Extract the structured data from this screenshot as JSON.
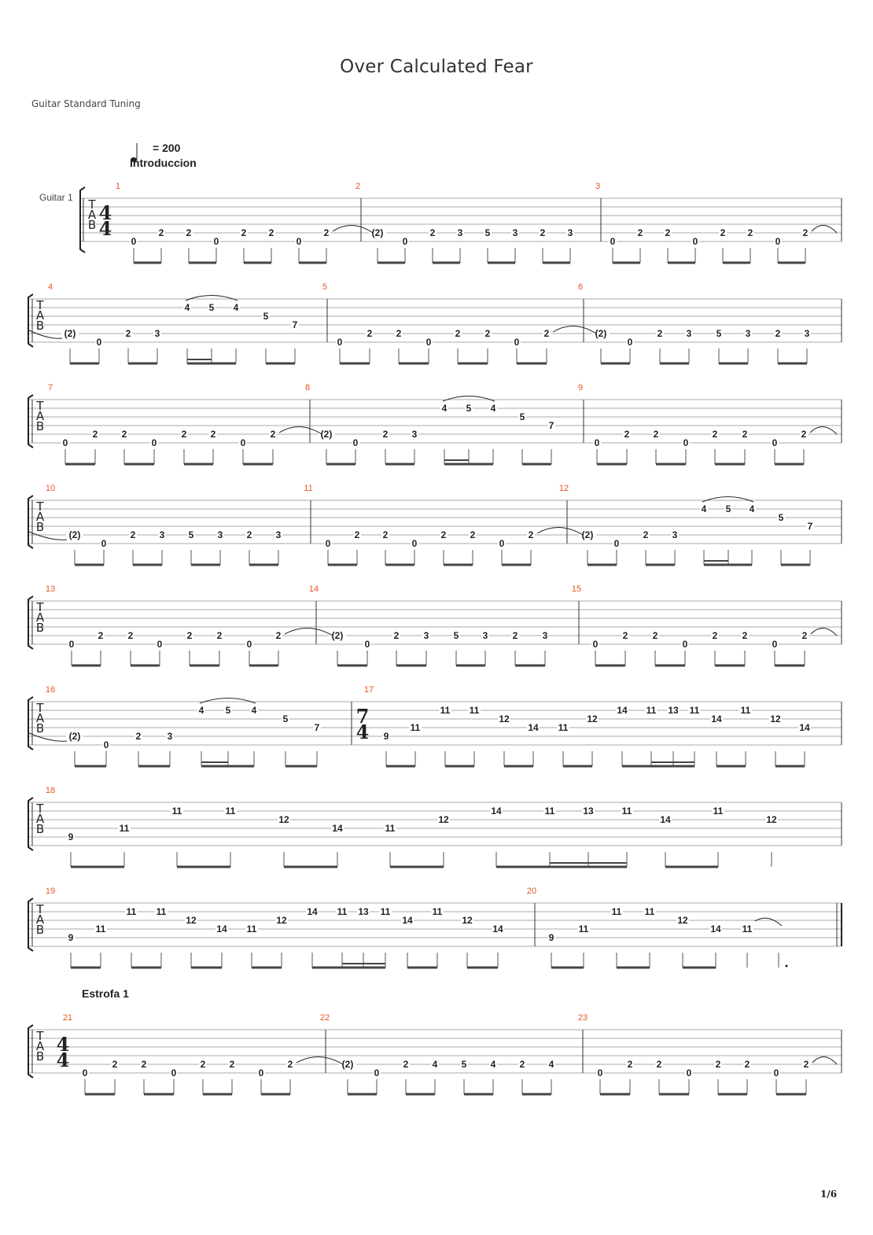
{
  "title": "Over Calculated Fear",
  "tuning": "Guitar Standard Tuning",
  "instrument": "Guitar 1",
  "tempo": "= 200",
  "page_number": "1/6",
  "colors": {
    "measure_number": "#e8541e",
    "ink": "#222222",
    "staff_line": "#a8a8a8",
    "bar_line": "#333333"
  },
  "sections": [
    {
      "text": "Introduccion",
      "row": 0
    },
    {
      "text": "Estrofa 1",
      "row": 9
    }
  ],
  "time_signatures": [
    {
      "row": 0,
      "top": "4",
      "bottom": "4"
    },
    {
      "row": 5,
      "top": "7",
      "bottom": "4"
    },
    {
      "row": 9,
      "top": "4",
      "bottom": "4"
    }
  ],
  "measures": [
    {
      "number": "1",
      "notes": [
        "0",
        "2",
        "2",
        "0",
        "2",
        "2",
        "0",
        "2"
      ]
    },
    {
      "number": "2",
      "notes": [
        "(2)",
        "0",
        "2",
        "3",
        "5",
        "3",
        "2",
        "3"
      ]
    },
    {
      "number": "3",
      "notes": [
        "0",
        "2",
        "2",
        "0",
        "2",
        "2",
        "0",
        "2"
      ]
    },
    {
      "number": "4",
      "notes": [
        "(2)",
        "0",
        "2",
        "3",
        "4",
        "5",
        "4",
        "5",
        "7"
      ]
    },
    {
      "number": "5",
      "notes": [
        "0",
        "2",
        "2",
        "0",
        "2",
        "2",
        "0",
        "2"
      ]
    },
    {
      "number": "6",
      "notes": [
        "(2)",
        "0",
        "2",
        "3",
        "5",
        "3",
        "2",
        "3"
      ]
    },
    {
      "number": "7",
      "notes": [
        "0",
        "2",
        "2",
        "0",
        "2",
        "2",
        "0",
        "2"
      ]
    },
    {
      "number": "8",
      "notes": [
        "(2)",
        "0",
        "2",
        "3",
        "4",
        "5",
        "4",
        "5",
        "7"
      ]
    },
    {
      "number": "9",
      "notes": [
        "0",
        "2",
        "2",
        "0",
        "2",
        "2",
        "0",
        "2"
      ]
    },
    {
      "number": "10",
      "notes": [
        "(2)",
        "0",
        "2",
        "3",
        "5",
        "3",
        "2",
        "3"
      ]
    },
    {
      "number": "11",
      "notes": [
        "0",
        "2",
        "2",
        "0",
        "2",
        "2",
        "0",
        "2"
      ]
    },
    {
      "number": "12",
      "notes": [
        "(2)",
        "0",
        "2",
        "3",
        "4",
        "5",
        "4",
        "5",
        "7"
      ]
    },
    {
      "number": "13",
      "notes": [
        "0",
        "2",
        "2",
        "0",
        "2",
        "2",
        "0",
        "2"
      ]
    },
    {
      "number": "14",
      "notes": [
        "(2)",
        "0",
        "2",
        "3",
        "5",
        "3",
        "2",
        "3"
      ]
    },
    {
      "number": "15",
      "notes": [
        "0",
        "2",
        "2",
        "0",
        "2",
        "2",
        "0",
        "2"
      ]
    },
    {
      "number": "16",
      "notes": [
        "(2)",
        "0",
        "2",
        "3",
        "4",
        "5",
        "4",
        "5",
        "7"
      ]
    },
    {
      "number": "17",
      "notes": [
        "9",
        "11",
        "11",
        "11",
        "12",
        "14",
        "11",
        "12",
        "14",
        "11",
        "13",
        "11",
        "14",
        "11",
        "12",
        "14"
      ]
    },
    {
      "number": "18",
      "notes": [
        "9",
        "11",
        "11",
        "11",
        "12",
        "14",
        "11",
        "12",
        "14",
        "11",
        "13",
        "11",
        "14",
        "11",
        "12"
      ]
    },
    {
      "number": "19",
      "notes": [
        "9",
        "11",
        "11",
        "11",
        "12",
        "14",
        "11",
        "12",
        "14",
        "11",
        "13",
        "11",
        "14",
        "11",
        "12",
        "14"
      ]
    },
    {
      "number": "20",
      "notes": [
        "9",
        "11",
        "11",
        "11",
        "12",
        "14",
        "11"
      ]
    },
    {
      "number": "21",
      "notes": [
        "0",
        "2",
        "2",
        "0",
        "2",
        "2",
        "0",
        "2"
      ]
    },
    {
      "number": "22",
      "notes": [
        "(2)",
        "0",
        "2",
        "4",
        "5",
        "4",
        "2",
        "4"
      ]
    },
    {
      "number": "23",
      "notes": [
        "0",
        "2",
        "2",
        "0",
        "2",
        "2",
        "0",
        "2"
      ]
    }
  ]
}
